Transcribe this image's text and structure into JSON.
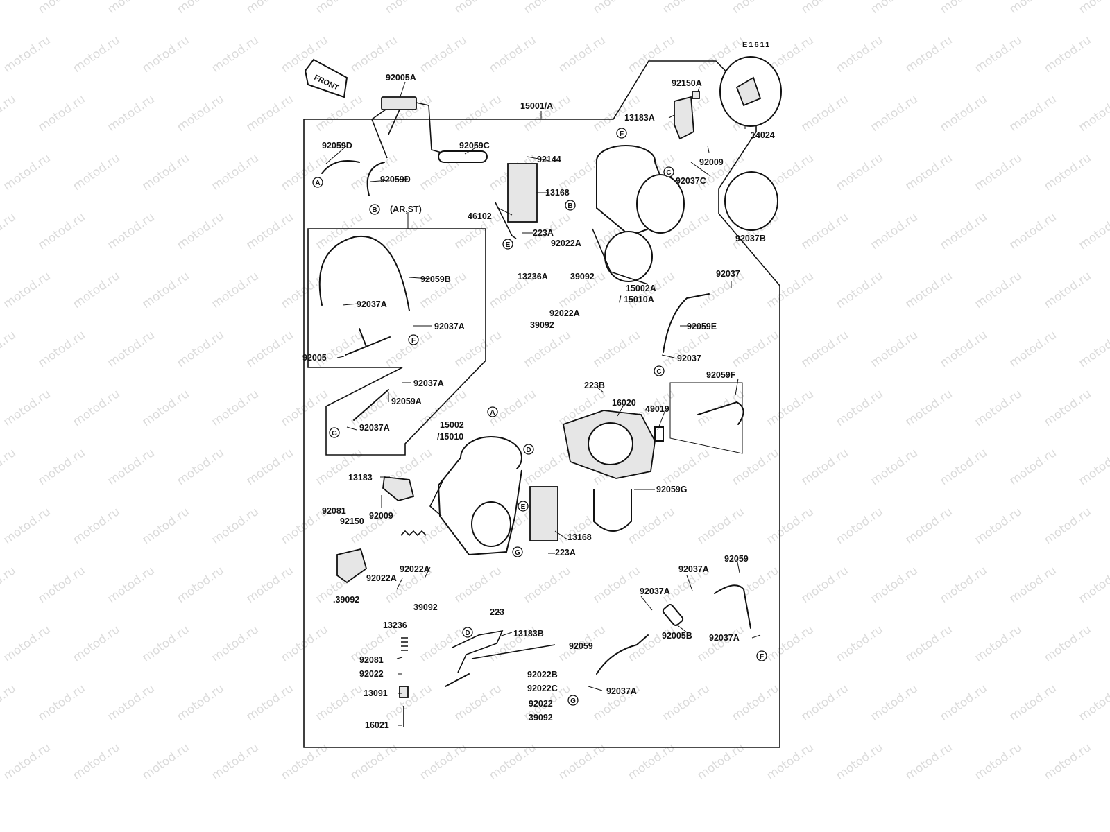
{
  "watermark": "motod.ru",
  "diagram_code": "E1611",
  "front_label": "FRONT",
  "callout_letters": [
    "A",
    "B",
    "C",
    "D",
    "E",
    "F",
    "G"
  ],
  "labels": {
    "l92005A": "92005A",
    "l15001A": "15001/A",
    "l92150A": "92150A",
    "l13183A": "13183A",
    "l14024": "14024",
    "l92059D_1": "92059D",
    "l92059D_2": "92059D",
    "l92059C": "92059C",
    "l92144": "92144",
    "l13168_top": "13168",
    "l46102": "46102",
    "l223A_top": "223A",
    "l92022A_top": "92022A",
    "l13236A": "13236A",
    "l39092_top": "39092",
    "l92022A_mid": "92022A",
    "l39092_mid": "39092",
    "l15002A": "15002A",
    "l15010A": "/ 15010A",
    "l92009_top": "92009",
    "l92037C": "92037C",
    "l92037B": "92037B",
    "l92037_1": "92037",
    "l92059E": "92059E",
    "l92037_2": "92037",
    "lARST": "(AR,ST)",
    "l92059B": "92059B",
    "l92037A_1": "92037A",
    "l92037A_2": "92037A",
    "l92005": "92005",
    "l92037A_3": "92037A",
    "l92059A": "92059A",
    "l92037A_4": "92037A",
    "l223B": "223B",
    "l16020": "16020",
    "l49019": "49019",
    "l92059F": "92059F",
    "l15002": "15002",
    "l15010": "/15010",
    "l13183": "13183",
    "l92059G": "92059G",
    "l92081_1": "92081",
    "l92150": "92150",
    "l92009_bot": "92009",
    "l13168_bot": "13168",
    "l223A_bot": "223A",
    "l92022A_b1": "92022A",
    "l92022A_b2": "92022A",
    "l39092_b1": ".39092",
    "l39092_b2": "39092",
    "l13236": "13236",
    "l223": "223",
    "l13183B": "13183B",
    "l92081_2": "92081",
    "l92022": "92022",
    "l13091": "13091",
    "l16021": "16021",
    "l92022B": "92022B",
    "l92022C": "92022C",
    "l92022_2": "92022",
    "l39092_b3": "39092",
    "l92037A_5": "92037A",
    "l92059_1": "92059",
    "l92037A_6": "92037A",
    "l92005B": "92005B",
    "l92037A_7": "92037A",
    "l92059_2": "92059",
    "l92037A_8": "92037A"
  },
  "colors": {
    "ink": "#111111",
    "paper": "#ffffff",
    "watermark": "#b0b0b0"
  }
}
